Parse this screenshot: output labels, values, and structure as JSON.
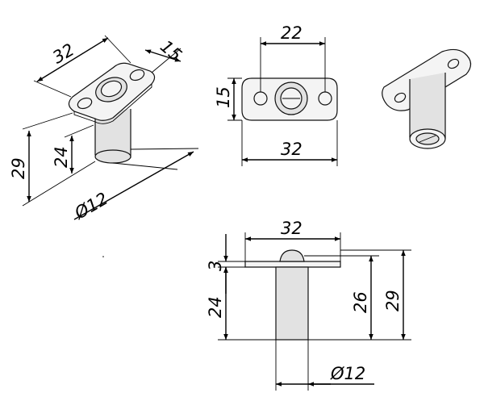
{
  "dimensions": {
    "iso_top_length": "32",
    "iso_top_width": "15",
    "iso_total_height": "29",
    "iso_cylinder_height": "24",
    "iso_diameter": "Ø12",
    "top_hole_spacing": "22",
    "top_width": "15",
    "top_length": "32",
    "side_length": "32",
    "side_flange": "3",
    "side_cylinder_height": "24",
    "side_inner_height": "26",
    "side_total_height": "29",
    "side_diameter": "Ø12"
  }
}
